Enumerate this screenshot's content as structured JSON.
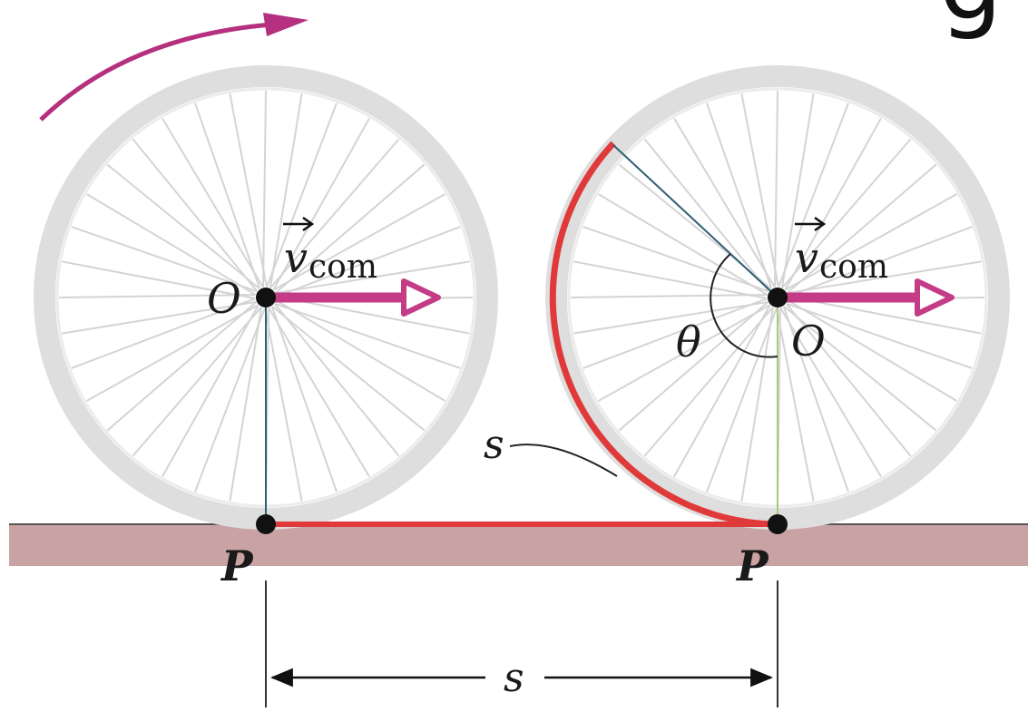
{
  "labels": {
    "center_left": "O",
    "center_right": "O",
    "contact_left": "P",
    "contact_right": "P",
    "velocity_left_main": "v",
    "velocity_left_sub": "com",
    "velocity_right_main": "v",
    "velocity_right_sub": "com",
    "angle": "θ",
    "arc_length": "s",
    "distance": "s",
    "corner_glyph": "g"
  },
  "colors": {
    "tire": "#dcdcdc",
    "spoke": "#d0d0d0",
    "road": "#c9a3a3",
    "road_edge": "#555555",
    "red_path": "#e0393a",
    "velocity_arrow": "#c43b86",
    "rotation_arrow": "#b5307f",
    "radius_line": "#2f5f73",
    "vertical_right": "#a8c97a",
    "dot": "#111111"
  },
  "icons": {
    "rotation": "curved-arrow-icon",
    "velocity": "open-triangle-arrow-icon"
  }
}
